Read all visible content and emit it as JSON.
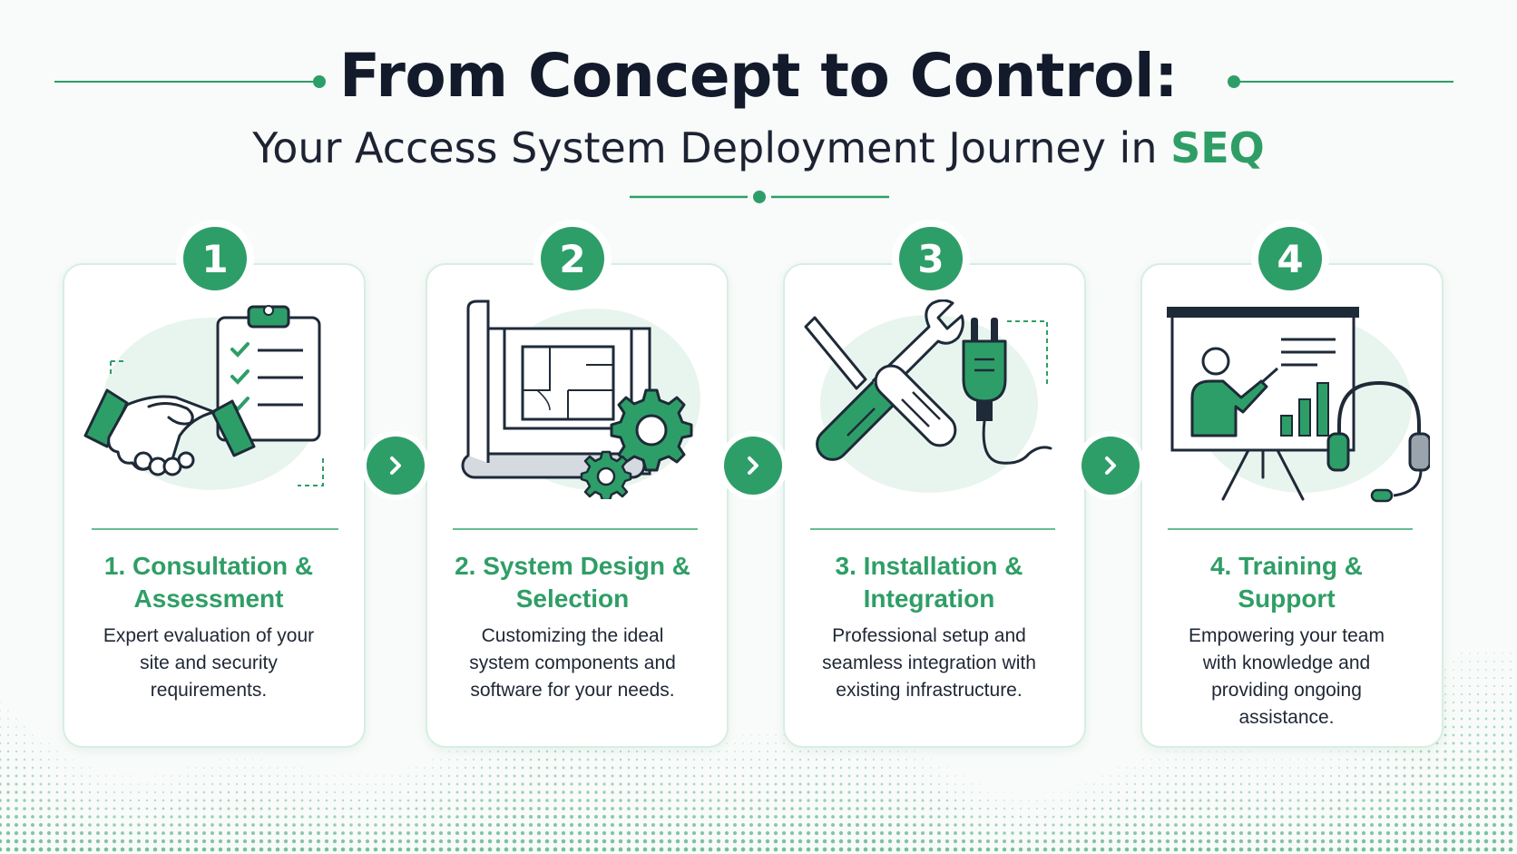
{
  "header": {
    "title": "From Concept to Control:",
    "subtitle_main": "Your Access System Deployment Journey in ",
    "subtitle_accent": "SEQ"
  },
  "steps": [
    {
      "number": "1",
      "title_line1": "1. Consultation &",
      "title_line2": "Assessment",
      "desc_line1": "Expert evaluation of your",
      "desc_line2": "site and security",
      "desc_line3": "requirements.",
      "desc_line4": "",
      "icon": "handshake-clipboard-icon"
    },
    {
      "number": "2",
      "title_line1": "2. System Design &",
      "title_line2": "Selection",
      "desc_line1": "Customizing the ideal",
      "desc_line2": "system components and",
      "desc_line3": "software for your needs.",
      "desc_line4": "",
      "icon": "blueprint-gears-icon"
    },
    {
      "number": "3",
      "title_line1": "3. Installation &",
      "title_line2": "Integration",
      "desc_line1": "Professional setup and",
      "desc_line2": "seamless integration with",
      "desc_line3": "existing infrastructure.",
      "desc_line4": "",
      "icon": "tools-plug-icon"
    },
    {
      "number": "4",
      "title_line1": "4. Training &",
      "title_line2": "Support",
      "desc_line1": "Empowering your team",
      "desc_line2": "with knowledge and",
      "desc_line3": "providing ongoing",
      "desc_line4": "assistance.",
      "icon": "presentation-headset-icon"
    }
  ],
  "colors": {
    "accent": "#2e9e68",
    "accent_light": "#e8f5ee",
    "dark": "#1e2a38",
    "card_border": "#d7eee2"
  }
}
